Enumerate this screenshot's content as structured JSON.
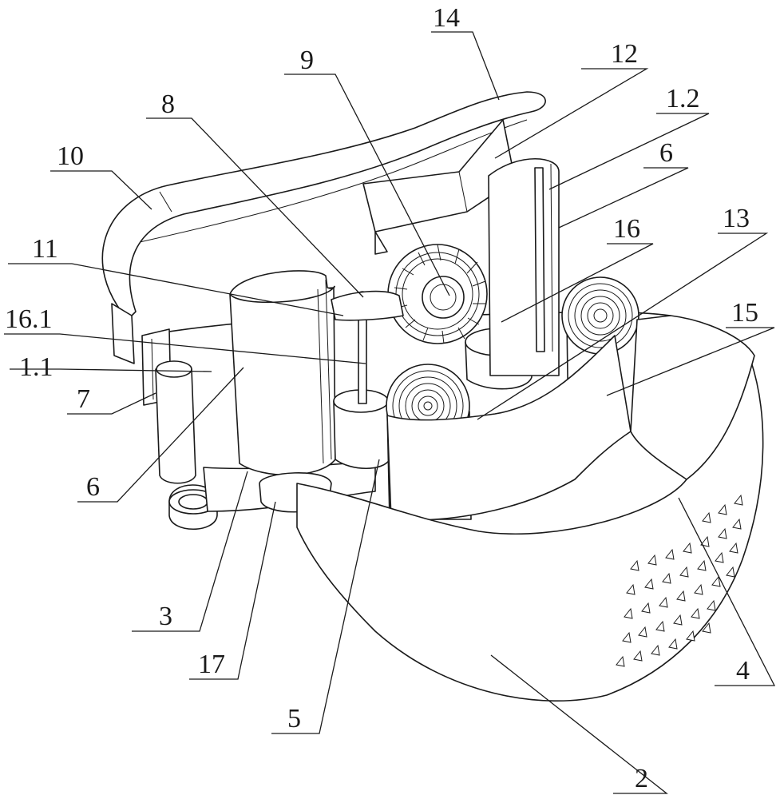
{
  "labels": [
    {
      "id": "l14",
      "text": "14"
    },
    {
      "id": "l12",
      "text": "12"
    },
    {
      "id": "l9",
      "text": "9"
    },
    {
      "id": "l1_2",
      "text": "1.2"
    },
    {
      "id": "l8",
      "text": "8"
    },
    {
      "id": "l6a",
      "text": "6"
    },
    {
      "id": "l10",
      "text": "10"
    },
    {
      "id": "l16",
      "text": "16"
    },
    {
      "id": "l13",
      "text": "13"
    },
    {
      "id": "l11",
      "text": "11"
    },
    {
      "id": "l15",
      "text": "15"
    },
    {
      "id": "l16_1",
      "text": "16.1"
    },
    {
      "id": "l1_1",
      "text": "1.1"
    },
    {
      "id": "l7",
      "text": "7"
    },
    {
      "id": "l6b",
      "text": "6"
    },
    {
      "id": "l3",
      "text": "3"
    },
    {
      "id": "l4",
      "text": "4"
    },
    {
      "id": "l17",
      "text": "17"
    },
    {
      "id": "l5",
      "text": "5"
    },
    {
      "id": "l2",
      "text": "2"
    }
  ]
}
